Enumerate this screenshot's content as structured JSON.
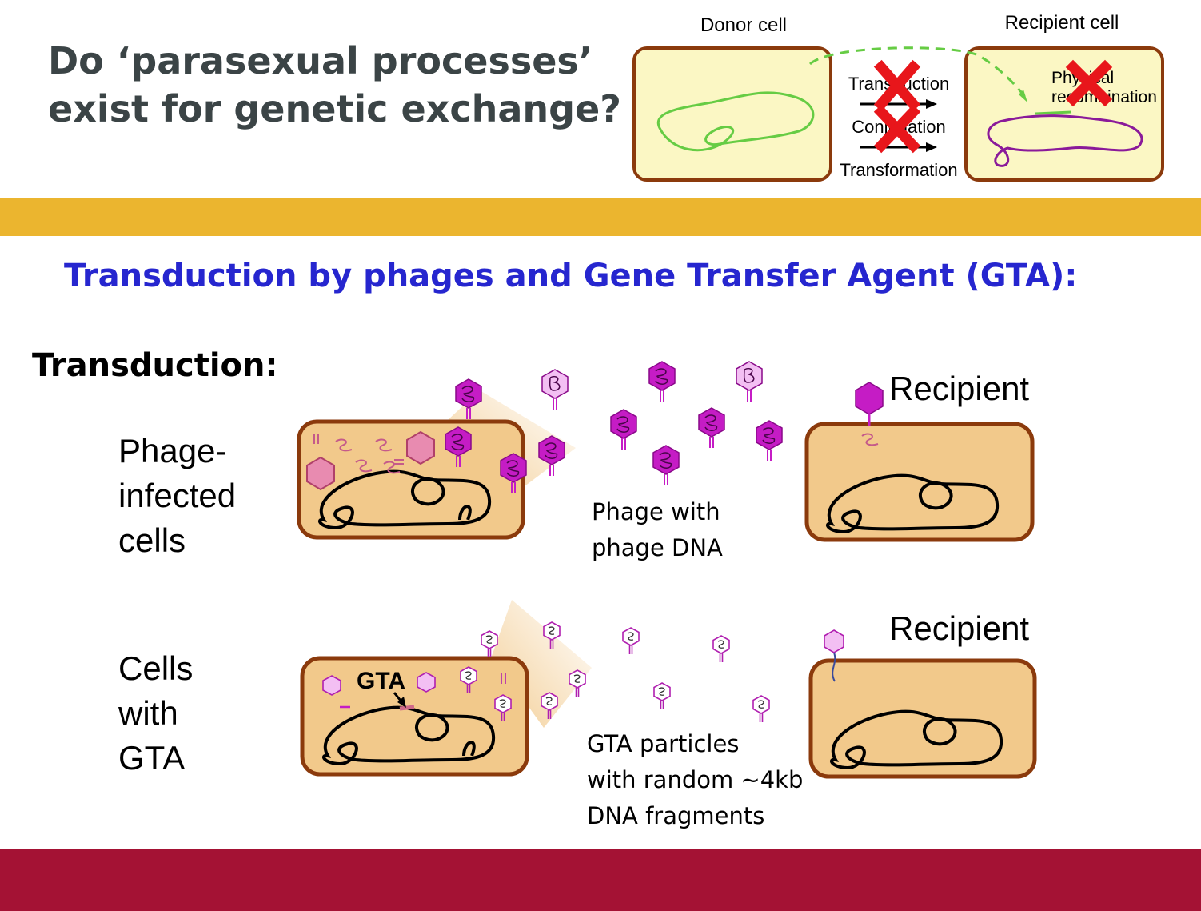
{
  "title_lines": [
    "Do ‘parasexual processes’",
    "exist for genetic exchange?"
  ],
  "top_diagram": {
    "donor_label": "Donor cell",
    "recipient_label": "Recipient cell",
    "mechanisms": [
      "Transduction",
      "Conjugation",
      "Transformation"
    ],
    "recombination_label": "Physical\nrecombination",
    "crossed_out": [
      "Transduction",
      "Conjugation",
      "Physical recombination"
    ]
  },
  "subtitle": "Transduction by phages and Gene Transfer Agent (GTA):",
  "section_label": "Transduction:",
  "rows": [
    {
      "label": "Phage-\ninfected\ncells",
      "caption": "Phage with\nphage DNA",
      "recipient": "Recipient"
    },
    {
      "label": "Cells\nwith\nGTA",
      "caption": "GTA particles\nwith random ~4kb\nDNA fragments",
      "recipient": "Recipient",
      "gta_tag": "GTA"
    }
  ],
  "colors": {
    "title_text": "#3b4446",
    "subtitle_text": "#2626cf",
    "gold_band": "#ebb52f",
    "red_band": "#a41234",
    "cell_fill": "#f2c98b",
    "cell_border": "#8b3a0c",
    "donor_cell_fill": "#fbf7c4",
    "phage_magenta": "#c51cc5",
    "cross_red": "#e8161b",
    "donor_dna": "#66cc44",
    "recipient_dna": "#8a1a9a"
  }
}
